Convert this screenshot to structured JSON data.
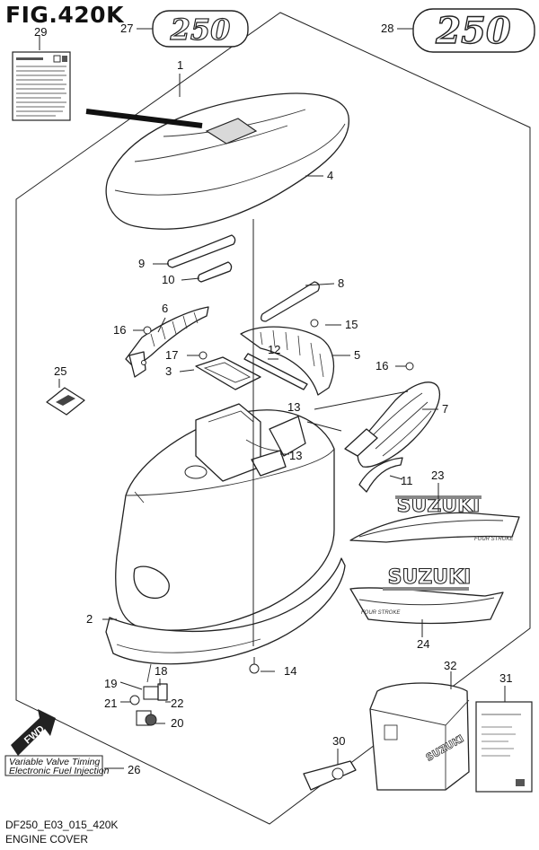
{
  "figure": {
    "title": "FIG.420K",
    "model_code": "DF250_E03_015_420K",
    "name": "ENGINE COVER"
  },
  "badges": [
    {
      "callout": "27",
      "text": "250"
    },
    {
      "callout": "28",
      "text": "250"
    }
  ],
  "decals": {
    "brand": "SUZUKI",
    "stroke_text": "FOUR STROKE",
    "box_brand": "SUZUKI"
  },
  "feature_labels": [
    "Variable Valve Timing",
    "Electronic Fuel Injection"
  ],
  "fwd_label": "FWD",
  "callouts": [
    "1",
    "2",
    "3",
    "4",
    "5",
    "6",
    "7",
    "8",
    "9",
    "10",
    "11",
    "12",
    "13",
    "14",
    "15",
    "16",
    "16",
    "17",
    "18",
    "19",
    "20",
    "21",
    "22",
    "23",
    "24",
    "25",
    "26",
    "27",
    "28",
    "29",
    "30",
    "31",
    "32"
  ]
}
